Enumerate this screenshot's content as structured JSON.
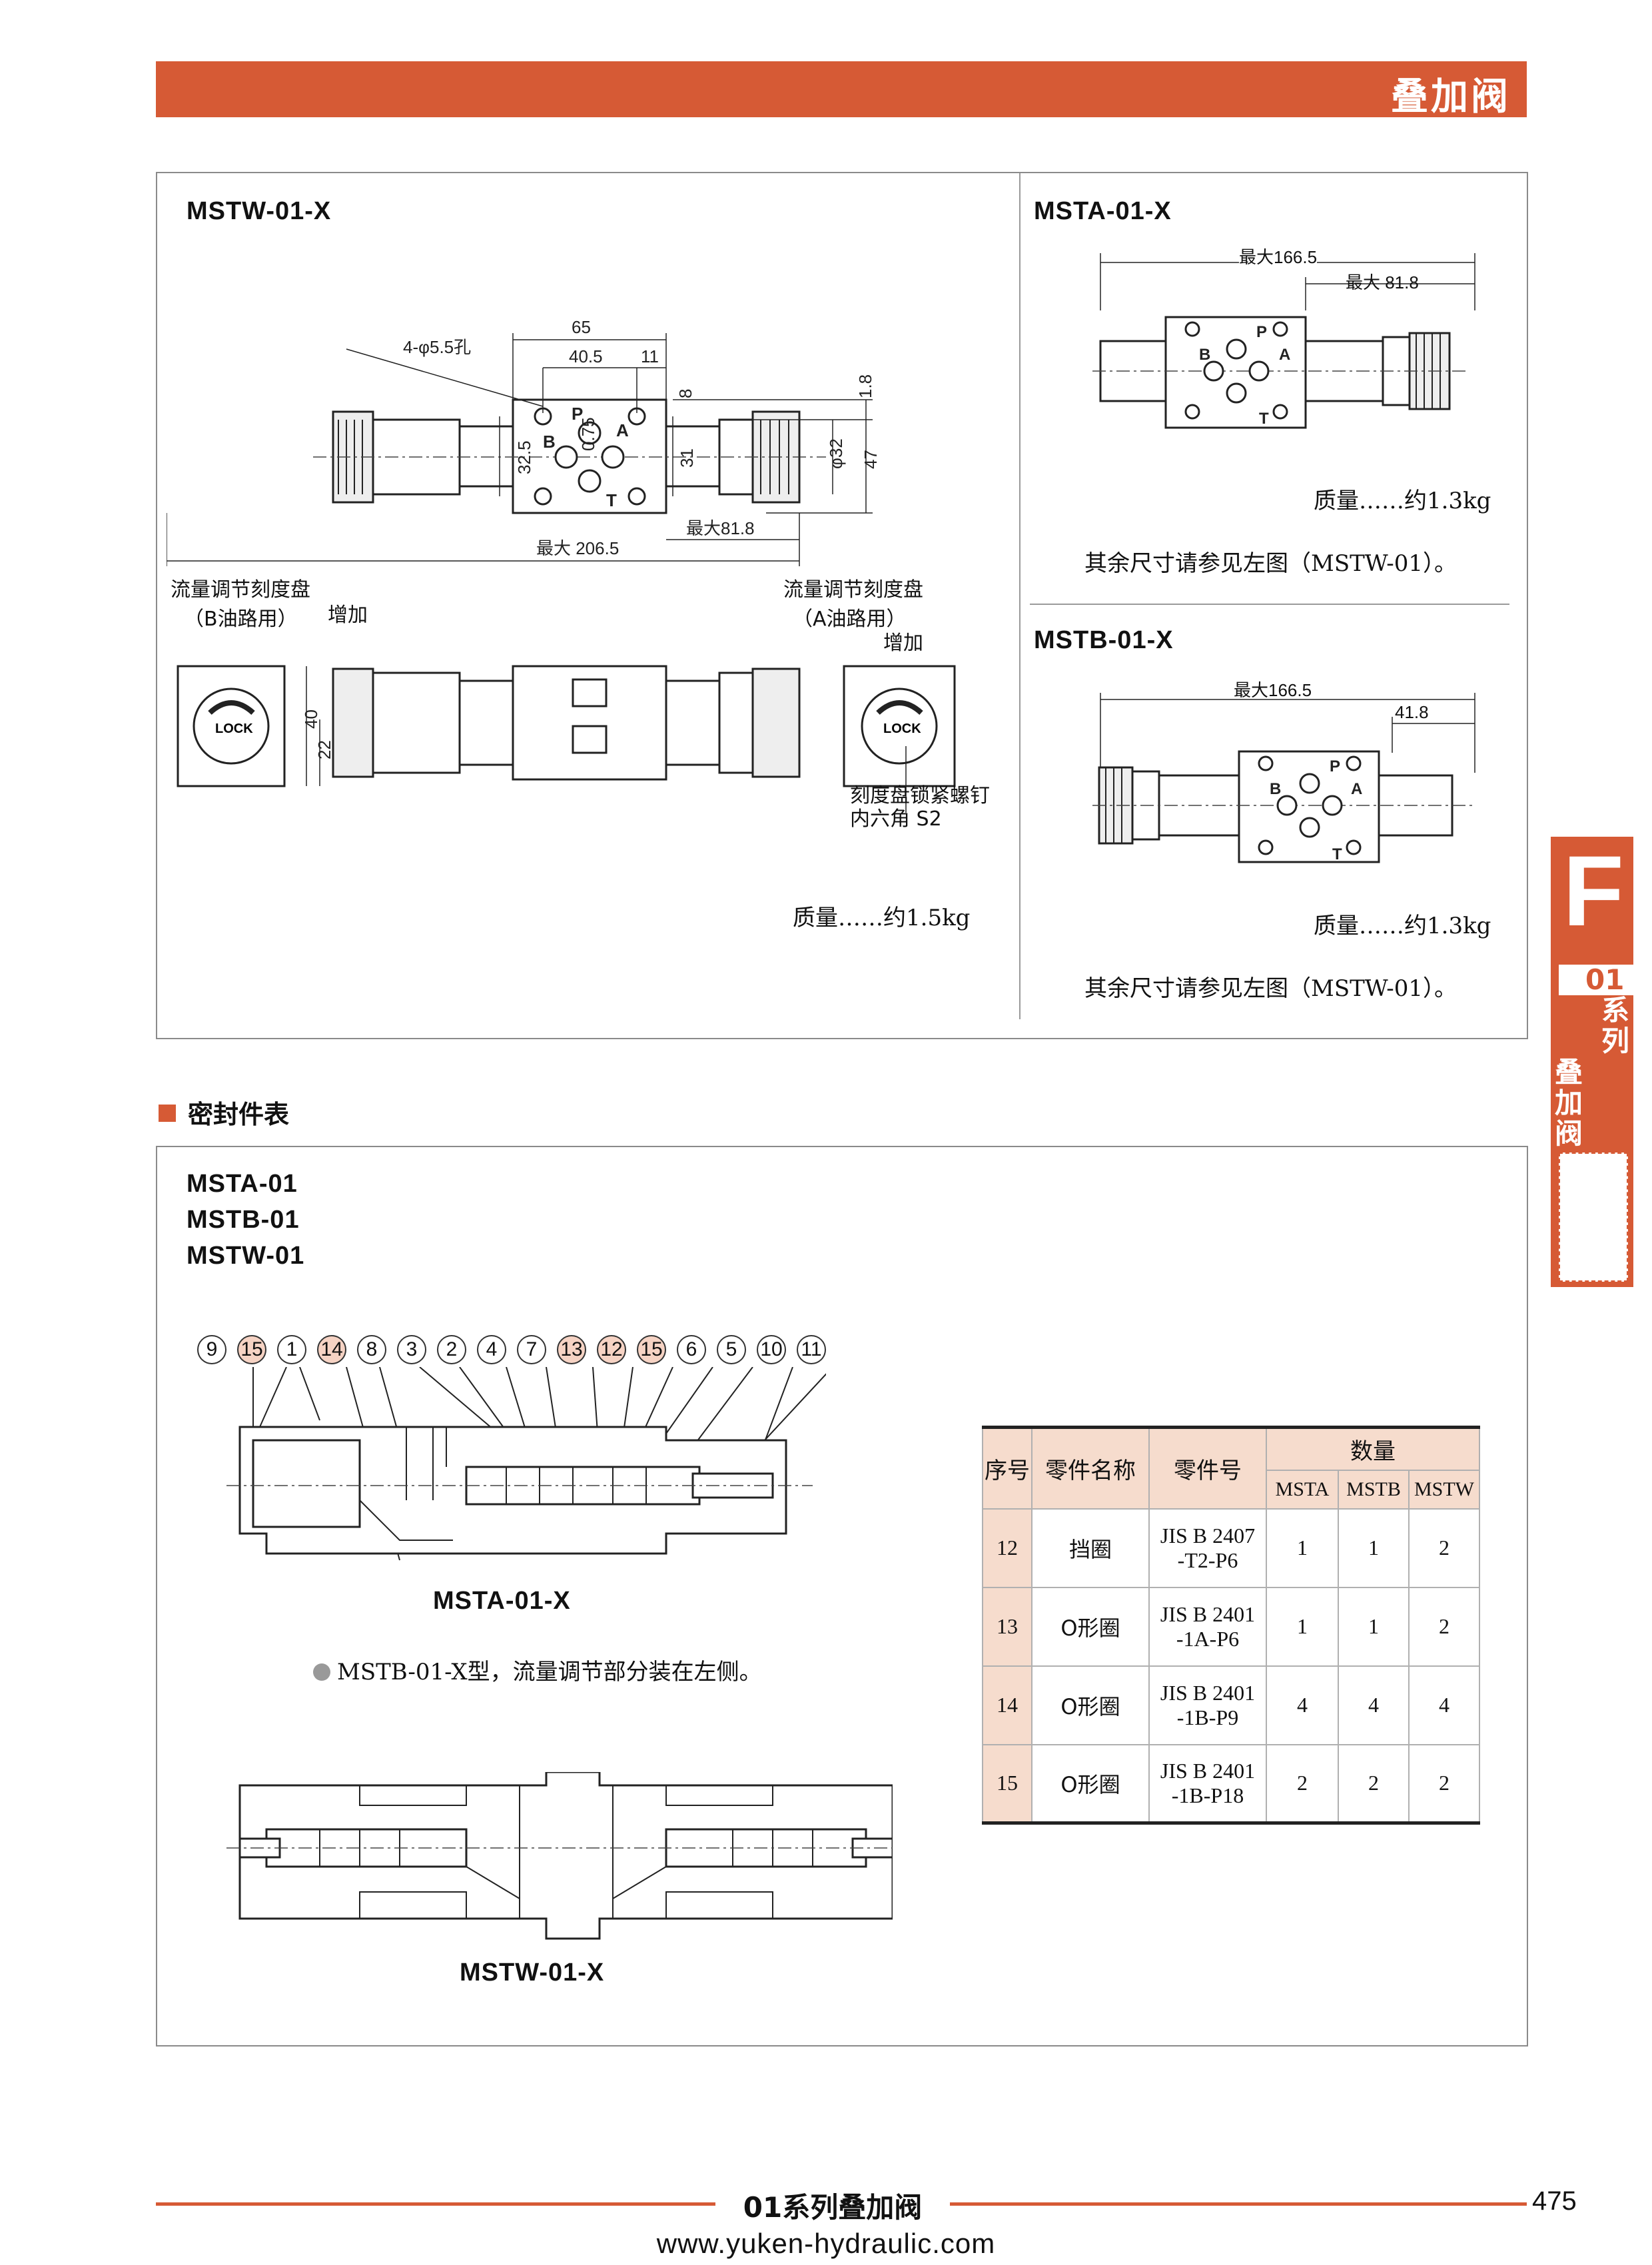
{
  "header": {
    "title": "叠加阀"
  },
  "mstw": {
    "model": "MSTW-01-X",
    "dims": {
      "holes": "4-φ5.5孔",
      "d65": "65",
      "d40_5": "40.5",
      "d11": "11",
      "d0_75": "0.75",
      "d8": "8",
      "d1_8": "1.8",
      "d32_5": "32.5",
      "d31": "31",
      "dphi32": "φ32",
      "d47": "47",
      "max81_8": "最大81.8",
      "max206_5": "最大 206.5",
      "d40": "40",
      "d22": "22"
    },
    "ports": {
      "p": "P",
      "a": "A",
      "b": "B",
      "t": "T"
    },
    "dial_b": {
      "line1": "流量调节刻度盘",
      "line2": "（B油路用）",
      "increase": "增加"
    },
    "dial_a": {
      "line1": "流量调节刻度盘",
      "line2": "（A油路用）",
      "increase": "增加"
    },
    "lock": "LOCK",
    "screw": {
      "line1": "刻度盘锁紧螺钉",
      "line2": "内六角 S2"
    },
    "mass": "质量……约1.5kg"
  },
  "msta": {
    "model": "MSTA-01-X",
    "max166_5": "最大166.5",
    "max81_8": "最大 81.8",
    "mass": "质量……约1.3kg",
    "note": "其余尺寸请参见左图（MSTW-01）。"
  },
  "mstb": {
    "model": "MSTB-01-X",
    "max166_5": "最大166.5",
    "d41_8": "41.8",
    "mass": "质量……约1.3kg",
    "note": "其余尺寸请参见左图（MSTW-01）。"
  },
  "seal": {
    "heading": "密封件表",
    "models": [
      "MSTA-01",
      "MSTB-01",
      "MSTW-01"
    ],
    "callouts": [
      {
        "n": "9",
        "hl": false
      },
      {
        "n": "15",
        "hl": true
      },
      {
        "n": "1",
        "hl": false
      },
      {
        "n": "14",
        "hl": true
      },
      {
        "n": "8",
        "hl": false
      },
      {
        "n": "3",
        "hl": false
      },
      {
        "n": "2",
        "hl": false
      },
      {
        "n": "4",
        "hl": false
      },
      {
        "n": "7",
        "hl": false
      },
      {
        "n": "13",
        "hl": true
      },
      {
        "n": "12",
        "hl": true
      },
      {
        "n": "15",
        "hl": true
      },
      {
        "n": "6",
        "hl": false
      },
      {
        "n": "5",
        "hl": false
      },
      {
        "n": "10",
        "hl": false
      },
      {
        "n": "11",
        "hl": false
      }
    ],
    "caption_a": "MSTA-01-X",
    "bullet_note": "MSTB-01-X型，流量调节部分装在左侧。",
    "caption_w": "MSTW-01-X",
    "highlight_color": "#f6d3c4"
  },
  "table": {
    "headers": {
      "no": "序号",
      "name": "零件名称",
      "part": "零件号",
      "qty": "数量",
      "msta": "MSTA",
      "mstb": "MSTB",
      "mstw": "MSTW"
    },
    "rows": [
      {
        "no": "12",
        "name": "挡圈",
        "part1": "JIS B 2407",
        "part2": "-T2-P6",
        "msta": "1",
        "mstb": "1",
        "mstw": "2"
      },
      {
        "no": "13",
        "name": "O形圈",
        "part1": "JIS B 2401",
        "part2": "-1A-P6",
        "msta": "1",
        "mstb": "1",
        "mstw": "2"
      },
      {
        "no": "14",
        "name": "O形圈",
        "part1": "JIS B 2401",
        "part2": "-1B-P9",
        "msta": "4",
        "mstb": "4",
        "mstw": "4"
      },
      {
        "no": "15",
        "name": "O形圈",
        "part1": "JIS B 2401",
        "part2": "-1B-P18",
        "msta": "2",
        "mstb": "2",
        "mstw": "2"
      }
    ]
  },
  "side_tab": {
    "letter": "F",
    "line1": "01",
    "line2": "系",
    "line3": "列",
    "line4": "叠",
    "line5": "加",
    "line6": "阀"
  },
  "footer": {
    "title": "01系列叠加阀",
    "page": "475",
    "url": "www.yuken-hydraulic.com"
  },
  "colors": {
    "accent": "#d65a35",
    "table_header": "#f6dccd"
  }
}
